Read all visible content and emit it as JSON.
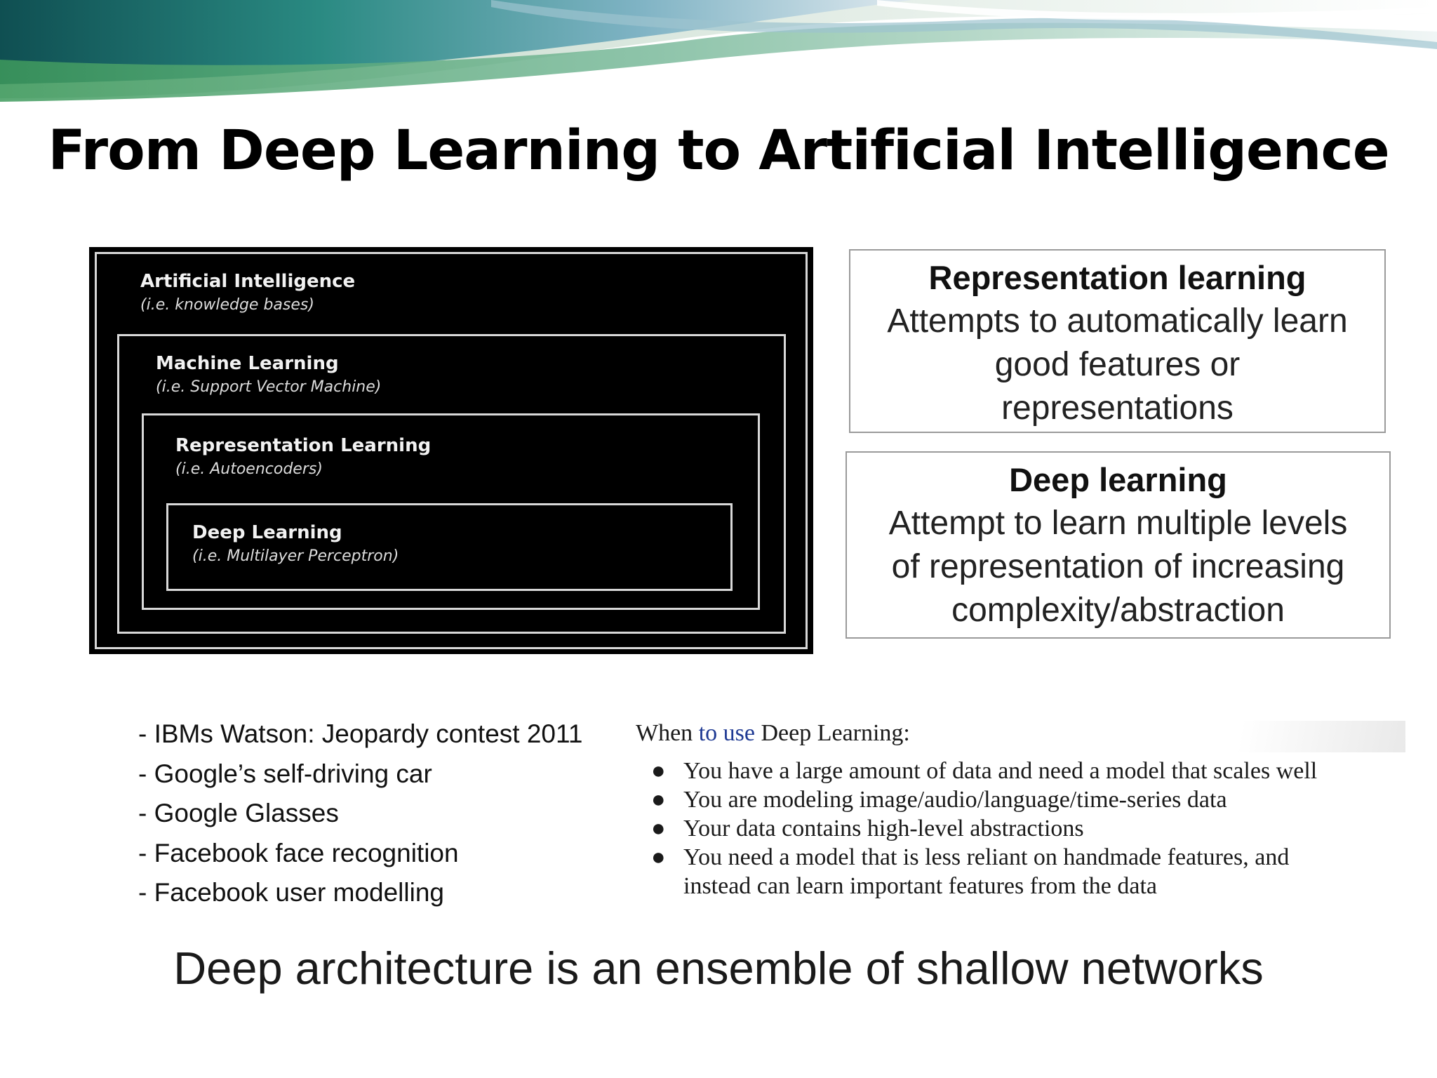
{
  "slide": {
    "title": "From Deep Learning to Artificial Intelligence",
    "tagline": "Deep architecture is an ensemble of shallow networks"
  },
  "nested_diagram": {
    "levels": [
      {
        "title": "Artificial Intelligence",
        "subtitle": "(i.e. knowledge bases)"
      },
      {
        "title": "Machine Learning",
        "subtitle": "(i.e. Support Vector Machine)"
      },
      {
        "title": "Representation Learning",
        "subtitle": "(i.e. Autoencoders)"
      },
      {
        "title": "Deep Learning",
        "subtitle": "(i.e. Multilayer Perceptron)"
      }
    ]
  },
  "definitions": [
    {
      "heading": "Representation learning",
      "lines": [
        "Attempts to automatically learn",
        "good features or",
        "representations"
      ]
    },
    {
      "heading": "Deep learning",
      "lines": [
        "Attempt to learn multiple levels",
        "of representation of increasing",
        "complexity/abstraction"
      ]
    }
  ],
  "applications": [
    "- IBMs Watson: Jeopardy contest 2011",
    "- Google’s self-driving car",
    "- Google Glasses",
    "- Facebook face recognition",
    "- Facebook user modelling"
  ],
  "when_to_use": {
    "title_before": "When ",
    "title_link": "to use",
    "title_after": " Deep Learning:",
    "bullet_char": "●",
    "items": [
      {
        "lines": [
          "You have a large amount of data and need a model that scales well"
        ]
      },
      {
        "lines": [
          "You are modeling image/audio/language/time-series data"
        ]
      },
      {
        "lines": [
          "Your data contains high-level abstractions"
        ]
      },
      {
        "lines": [
          "You need a model that is less reliant on handmade features, and",
          "instead can learn important features from the data"
        ]
      }
    ]
  },
  "colors": {
    "diagram_bg": "#000000",
    "diagram_border": "#d8d8d8",
    "link_blue": "#1f3a93",
    "banner_teal": "#1d6e6a"
  }
}
